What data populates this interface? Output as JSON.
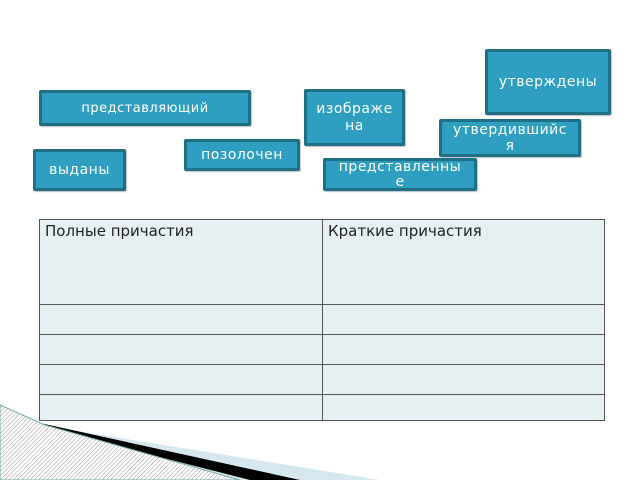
{
  "colors": {
    "card_fill": "#2e9fc0",
    "card_border": "#1f6f86",
    "table_bg": "#e6eff2"
  },
  "cards": [
    {
      "id": "utverzhdeny",
      "text": "утверждены"
    },
    {
      "id": "predstavlyayushchiy",
      "text": "представляющий"
    },
    {
      "id": "izobrazhena",
      "text": "изображе\nна"
    },
    {
      "id": "utverdivshiysya",
      "text": "утвердившийс\nя"
    },
    {
      "id": "pozolochen",
      "text": "позолочен"
    },
    {
      "id": "vydany",
      "text": "выданы"
    },
    {
      "id": "predstavlennye",
      "text": "представленны\nе"
    }
  ],
  "table": {
    "headers": [
      "Полные причастия",
      "Краткие причастия"
    ],
    "rows": [
      [
        "",
        ""
      ],
      [
        "",
        ""
      ],
      [
        "",
        ""
      ],
      [
        "",
        ""
      ]
    ]
  }
}
